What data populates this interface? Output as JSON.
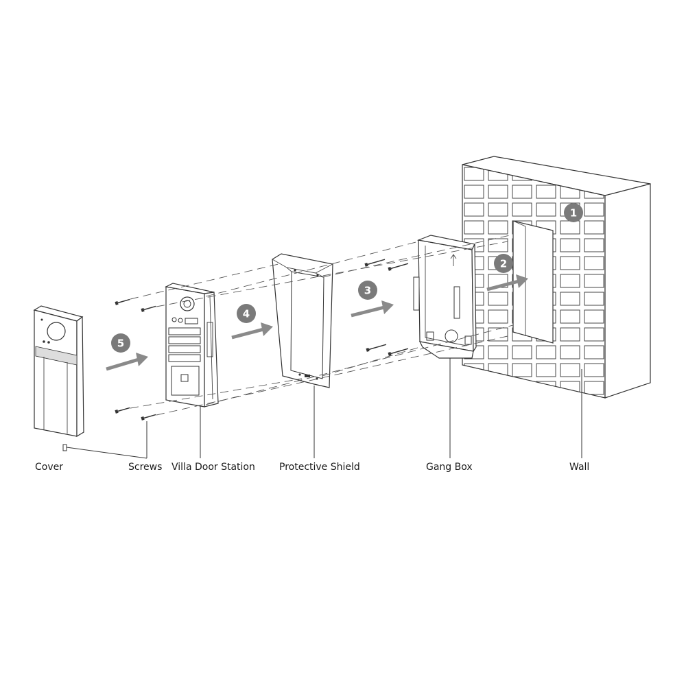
{
  "labels": {
    "cover": "Cover",
    "screws": "Screws",
    "villa_door_station": "Villa Door Station",
    "protective_shield": "Protective Shield",
    "gang_box": "Gang Box",
    "wall": "Wall"
  },
  "steps": [
    "1",
    "2",
    "3",
    "4",
    "5"
  ],
  "colors": {
    "line": "#333333",
    "badge": "#7a7a7a",
    "arrow": "#8a8a8a"
  }
}
